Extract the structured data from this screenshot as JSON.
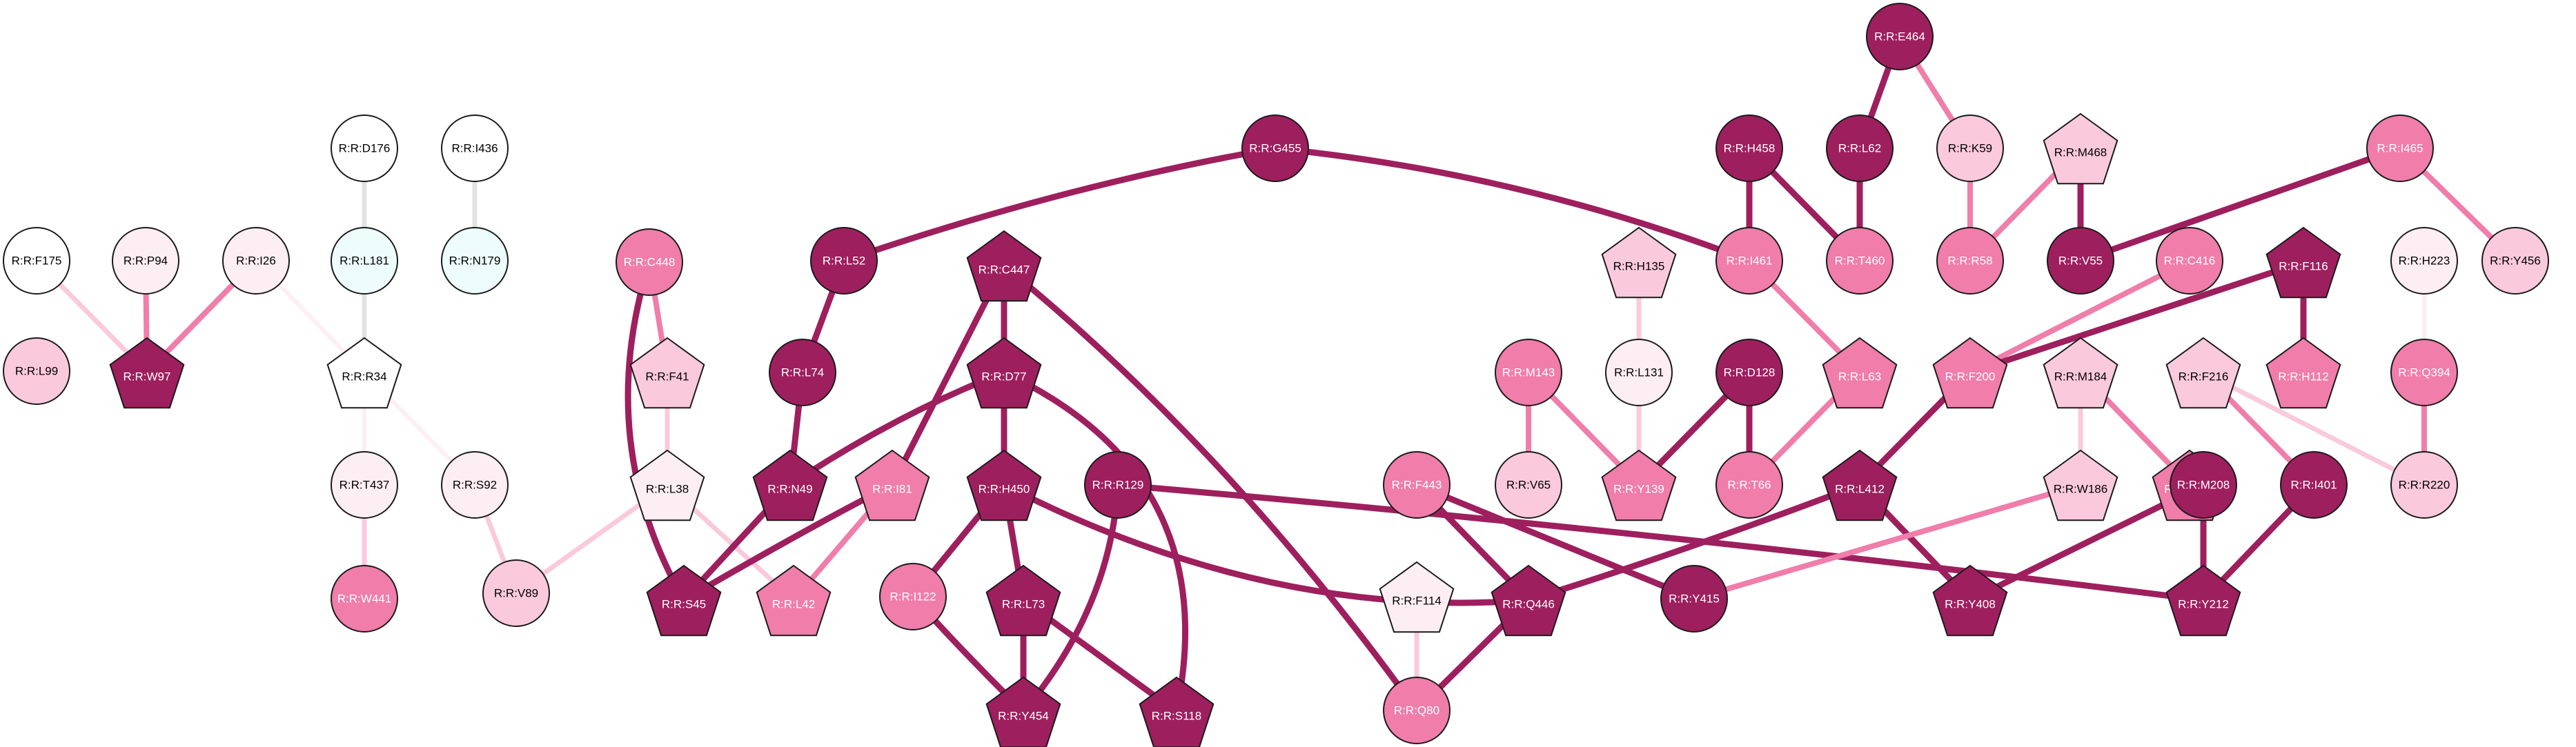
{
  "colors": {
    "c0": "#ffffff",
    "c1": "#fdeef3",
    "c2": "#fbc9dc",
    "c3": "#f07daa",
    "c4": "#9e1f5e",
    "cyan": "#edfdfb",
    "edge_grey": "#e3e3e3"
  },
  "nodes": [
    {
      "id": "F175",
      "label": "R:R:F175",
      "shape": "circle",
      "color": "c0"
    },
    {
      "id": "L99",
      "label": "R:R:L99",
      "shape": "circle",
      "color": "c2"
    },
    {
      "id": "P94",
      "label": "R:R:P94",
      "shape": "circle",
      "color": "c1"
    },
    {
      "id": "I26",
      "label": "R:R:I26",
      "shape": "circle",
      "color": "c1"
    },
    {
      "id": "W97",
      "label": "R:R:W97",
      "shape": "pentagon",
      "color": "c4"
    },
    {
      "id": "D176",
      "label": "R:R:D176",
      "shape": "circle",
      "color": "c0"
    },
    {
      "id": "I436",
      "label": "R:R:I436",
      "shape": "circle",
      "color": "c0"
    },
    {
      "id": "L181",
      "label": "R:R:L181",
      "shape": "circle",
      "color": "cyan"
    },
    {
      "id": "N179",
      "label": "R:R:N179",
      "shape": "circle",
      "color": "cyan"
    },
    {
      "id": "R34",
      "label": "R:R:R34",
      "shape": "pentagon",
      "color": "c0"
    },
    {
      "id": "T437",
      "label": "R:R:T437",
      "shape": "circle",
      "color": "c1"
    },
    {
      "id": "W441",
      "label": "R:R:W441",
      "shape": "circle",
      "color": "c3"
    },
    {
      "id": "S92",
      "label": "R:R:S92",
      "shape": "circle",
      "color": "c1"
    },
    {
      "id": "V89",
      "label": "R:R:V89",
      "shape": "circle",
      "color": "c2"
    },
    {
      "id": "C448",
      "label": "R:R:C448",
      "shape": "circle",
      "color": "c3"
    },
    {
      "id": "F41",
      "label": "R:R:F41",
      "shape": "pentagon",
      "color": "c2"
    },
    {
      "id": "L38",
      "label": "R:R:L38",
      "shape": "pentagon",
      "color": "c1"
    },
    {
      "id": "S45",
      "label": "R:R:S45",
      "shape": "pentagon",
      "color": "c4"
    },
    {
      "id": "L42",
      "label": "R:R:L42",
      "shape": "pentagon",
      "color": "c3"
    },
    {
      "id": "L52",
      "label": "R:R:L52",
      "shape": "circle",
      "color": "c4"
    },
    {
      "id": "L74",
      "label": "R:R:L74",
      "shape": "circle",
      "color": "c4"
    },
    {
      "id": "N49",
      "label": "R:R:N49",
      "shape": "pentagon",
      "color": "c4"
    },
    {
      "id": "I81",
      "label": "R:R:I81",
      "shape": "pentagon",
      "color": "c3"
    },
    {
      "id": "G455",
      "label": "R:R:G455",
      "shape": "circle",
      "color": "c4"
    },
    {
      "id": "C447",
      "label": "R:R:C447",
      "shape": "pentagon",
      "color": "c4"
    },
    {
      "id": "D77",
      "label": "R:R:D77",
      "shape": "pentagon",
      "color": "c4"
    },
    {
      "id": "H450",
      "label": "R:R:H450",
      "shape": "pentagon",
      "color": "c4"
    },
    {
      "id": "R129",
      "label": "R:R:R129",
      "shape": "circle",
      "color": "c4"
    },
    {
      "id": "I122",
      "label": "R:R:I122",
      "shape": "circle",
      "color": "c3"
    },
    {
      "id": "L73",
      "label": "R:R:L73",
      "shape": "pentagon",
      "color": "c4"
    },
    {
      "id": "Y454",
      "label": "R:R:Y454",
      "shape": "pentagon",
      "color": "c4"
    },
    {
      "id": "S118",
      "label": "R:R:S118",
      "shape": "pentagon",
      "color": "c4"
    },
    {
      "id": "F443",
      "label": "R:R:F443",
      "shape": "circle",
      "color": "c3"
    },
    {
      "id": "F114",
      "label": "R:R:F114",
      "shape": "pentagon",
      "color": "c1"
    },
    {
      "id": "Q80",
      "label": "R:R:Q80",
      "shape": "circle",
      "color": "c3"
    },
    {
      "id": "Q446",
      "label": "R:R:Q446",
      "shape": "pentagon",
      "color": "c4"
    },
    {
      "id": "M143",
      "label": "R:R:M143",
      "shape": "circle",
      "color": "c3"
    },
    {
      "id": "V65",
      "label": "R:R:V65",
      "shape": "circle",
      "color": "c2"
    },
    {
      "id": "H135",
      "label": "R:R:H135",
      "shape": "pentagon",
      "color": "c2"
    },
    {
      "id": "L131",
      "label": "R:R:L131",
      "shape": "circle",
      "color": "c1"
    },
    {
      "id": "Y139",
      "label": "R:R:Y139",
      "shape": "pentagon",
      "color": "c3"
    },
    {
      "id": "D128",
      "label": "R:R:D128",
      "shape": "circle",
      "color": "c4"
    },
    {
      "id": "T66",
      "label": "R:R:T66",
      "shape": "circle",
      "color": "c3"
    },
    {
      "id": "H458",
      "label": "R:R:H458",
      "shape": "circle",
      "color": "c4"
    },
    {
      "id": "I461",
      "label": "R:R:I461",
      "shape": "circle",
      "color": "c3"
    },
    {
      "id": "L63",
      "label": "R:R:L63",
      "shape": "pentagon",
      "color": "c3"
    },
    {
      "id": "Y415",
      "label": "R:R:Y415",
      "shape": "circle",
      "color": "c4"
    },
    {
      "id": "E464",
      "label": "R:R:E464",
      "shape": "circle",
      "color": "c4"
    },
    {
      "id": "L62",
      "label": "R:R:L62",
      "shape": "circle",
      "color": "c4"
    },
    {
      "id": "T460",
      "label": "R:R:T460",
      "shape": "circle",
      "color": "c3"
    },
    {
      "id": "K59",
      "label": "R:R:K59",
      "shape": "circle",
      "color": "c2"
    },
    {
      "id": "R58",
      "label": "R:R:R58",
      "shape": "circle",
      "color": "c3"
    },
    {
      "id": "M468",
      "label": "R:R:M468",
      "shape": "pentagon",
      "color": "c2"
    },
    {
      "id": "V55",
      "label": "R:R:V55",
      "shape": "circle",
      "color": "c4"
    },
    {
      "id": "I465",
      "label": "R:R:I465",
      "shape": "circle",
      "color": "c3"
    },
    {
      "id": "Y456",
      "label": "R:R:Y456",
      "shape": "circle",
      "color": "c2"
    },
    {
      "id": "C416",
      "label": "R:R:C416",
      "shape": "circle",
      "color": "c3"
    },
    {
      "id": "F200",
      "label": "R:R:F200",
      "shape": "pentagon",
      "color": "c3"
    },
    {
      "id": "L412",
      "label": "R:R:L412",
      "shape": "pentagon",
      "color": "c4"
    },
    {
      "id": "Y408",
      "label": "R:R:Y408",
      "shape": "pentagon",
      "color": "c4"
    },
    {
      "id": "M184",
      "label": "R:R:M184",
      "shape": "pentagon",
      "color": "c2"
    },
    {
      "id": "W186",
      "label": "R:R:W186",
      "shape": "pentagon",
      "color": "c2"
    },
    {
      "id": "Y192",
      "label": "R:R:Y192",
      "shape": "pentagon",
      "color": "c3"
    },
    {
      "id": "F116",
      "label": "R:R:F116",
      "shape": "pentagon",
      "color": "c4"
    },
    {
      "id": "H112",
      "label": "R:R:H112",
      "shape": "pentagon",
      "color": "c3"
    },
    {
      "id": "F216",
      "label": "R:R:F216",
      "shape": "pentagon",
      "color": "c2"
    },
    {
      "id": "I401",
      "label": "R:R:I401",
      "shape": "circle",
      "color": "c4"
    },
    {
      "id": "M208",
      "label": "R:R:M208",
      "shape": "circle",
      "color": "c4"
    },
    {
      "id": "Y212",
      "label": "R:R:Y212",
      "shape": "pentagon",
      "color": "c4"
    },
    {
      "id": "R220",
      "label": "R:R:R220",
      "shape": "circle",
      "color": "c2"
    },
    {
      "id": "H223",
      "label": "R:R:H223",
      "shape": "circle",
      "color": "c1"
    },
    {
      "id": "Q394",
      "label": "R:R:Q394",
      "shape": "circle",
      "color": "c3"
    }
  ],
  "edges": [
    {
      "from": "F175",
      "to": "W97",
      "color": "c2"
    },
    {
      "from": "P94",
      "to": "W97",
      "color": "c3"
    },
    {
      "from": "I26",
      "to": "W97",
      "color": "c3"
    },
    {
      "from": "I26",
      "to": "R34",
      "color": "c1"
    },
    {
      "from": "D176",
      "to": "L181",
      "color": "edge_grey"
    },
    {
      "from": "L181",
      "to": "R34",
      "color": "edge_grey"
    },
    {
      "from": "I436",
      "to": "N179",
      "color": "edge_grey"
    },
    {
      "from": "R34",
      "to": "T437",
      "color": "c1"
    },
    {
      "from": "R34",
      "to": "S92",
      "color": "c1"
    },
    {
      "from": "T437",
      "to": "W441",
      "color": "c2"
    },
    {
      "from": "S92",
      "to": "V89",
      "color": "c2"
    },
    {
      "from": "L38",
      "to": "V89",
      "color": "c2"
    },
    {
      "from": "C448",
      "to": "F41",
      "color": "c3"
    },
    {
      "from": "F41",
      "to": "L38",
      "color": "c2"
    },
    {
      "from": "L38",
      "to": "L42",
      "color": "c2"
    },
    {
      "from": "C448",
      "to": "S45",
      "color": "c4"
    },
    {
      "from": "N49",
      "to": "S45",
      "color": "c4"
    },
    {
      "from": "I81",
      "to": "S45",
      "color": "c4"
    },
    {
      "from": "I81",
      "to": "L42",
      "color": "c3"
    },
    {
      "from": "G455",
      "to": "L52",
      "color": "c4"
    },
    {
      "from": "L52",
      "to": "L74",
      "color": "c4"
    },
    {
      "from": "L74",
      "to": "N49",
      "color": "c4"
    },
    {
      "from": "D77",
      "to": "N49",
      "color": "c4"
    },
    {
      "from": "C447",
      "to": "I81",
      "color": "c4"
    },
    {
      "from": "C447",
      "to": "D77",
      "color": "c4"
    },
    {
      "from": "D77",
      "to": "H450",
      "color": "c4"
    },
    {
      "from": "C447",
      "to": "Q80",
      "color": "c4"
    },
    {
      "from": "D77",
      "to": "S118",
      "color": "c4"
    },
    {
      "from": "H450",
      "to": "I122",
      "color": "c4"
    },
    {
      "from": "H450",
      "to": "L73",
      "color": "c4"
    },
    {
      "from": "H450",
      "to": "Q446",
      "color": "c4"
    },
    {
      "from": "I122",
      "to": "Y454",
      "color": "c4"
    },
    {
      "from": "L73",
      "to": "Y454",
      "color": "c4"
    },
    {
      "from": "L73",
      "to": "S118",
      "color": "c4"
    },
    {
      "from": "R129",
      "to": "Y454",
      "color": "c4"
    },
    {
      "from": "R129",
      "to": "Y212",
      "color": "c4"
    },
    {
      "from": "F443",
      "to": "Q446",
      "color": "c4"
    },
    {
      "from": "F443",
      "to": "Y415",
      "color": "c4"
    },
    {
      "from": "Q446",
      "to": "Q80",
      "color": "c4"
    },
    {
      "from": "F114",
      "to": "Q80",
      "color": "c2"
    },
    {
      "from": "G455",
      "to": "I461",
      "color": "c4"
    },
    {
      "from": "M143",
      "to": "V65",
      "color": "c3"
    },
    {
      "from": "M143",
      "to": "Y139",
      "color": "c3"
    },
    {
      "from": "H135",
      "to": "L131",
      "color": "c2"
    },
    {
      "from": "L131",
      "to": "Y139",
      "color": "c2"
    },
    {
      "from": "D128",
      "to": "Y139",
      "color": "c4"
    },
    {
      "from": "D128",
      "to": "T66",
      "color": "c4"
    },
    {
      "from": "L63",
      "to": "T66",
      "color": "c3"
    },
    {
      "from": "I461",
      "to": "L63",
      "color": "c3"
    },
    {
      "from": "H458",
      "to": "I461",
      "color": "c4"
    },
    {
      "from": "H458",
      "to": "T460",
      "color": "c4"
    },
    {
      "from": "L62",
      "to": "T460",
      "color": "c4"
    },
    {
      "from": "E464",
      "to": "L62",
      "color": "c4"
    },
    {
      "from": "E464",
      "to": "K59",
      "color": "c3"
    },
    {
      "from": "K59",
      "to": "R58",
      "color": "c3"
    },
    {
      "from": "M468",
      "to": "R58",
      "color": "c3"
    },
    {
      "from": "M468",
      "to": "V55",
      "color": "c4"
    },
    {
      "from": "I465",
      "to": "V55",
      "color": "c4"
    },
    {
      "from": "I465",
      "to": "Y456",
      "color": "c3"
    },
    {
      "from": "C416",
      "to": "F200",
      "color": "c3"
    },
    {
      "from": "F116",
      "to": "F200",
      "color": "c4"
    },
    {
      "from": "F116",
      "to": "H112",
      "color": "c4"
    },
    {
      "from": "F200",
      "to": "L412",
      "color": "c4"
    },
    {
      "from": "L412",
      "to": "Q446",
      "color": "c4"
    },
    {
      "from": "L412",
      "to": "Y408",
      "color": "c4"
    },
    {
      "from": "M184",
      "to": "Y192",
      "color": "c3"
    },
    {
      "from": "M184",
      "to": "W186",
      "color": "c2"
    },
    {
      "from": "W186",
      "to": "Y415",
      "color": "c3"
    },
    {
      "from": "M208",
      "to": "Y408",
      "color": "c4"
    },
    {
      "from": "M208",
      "to": "Y212",
      "color": "c4"
    },
    {
      "from": "I401",
      "to": "Y212",
      "color": "c4"
    },
    {
      "from": "F216",
      "to": "I401",
      "color": "c3"
    },
    {
      "from": "F216",
      "to": "R220",
      "color": "c2"
    },
    {
      "from": "H223",
      "to": "Q394",
      "color": "c1"
    },
    {
      "from": "Q394",
      "to": "R220",
      "color": "c3"
    }
  ]
}
